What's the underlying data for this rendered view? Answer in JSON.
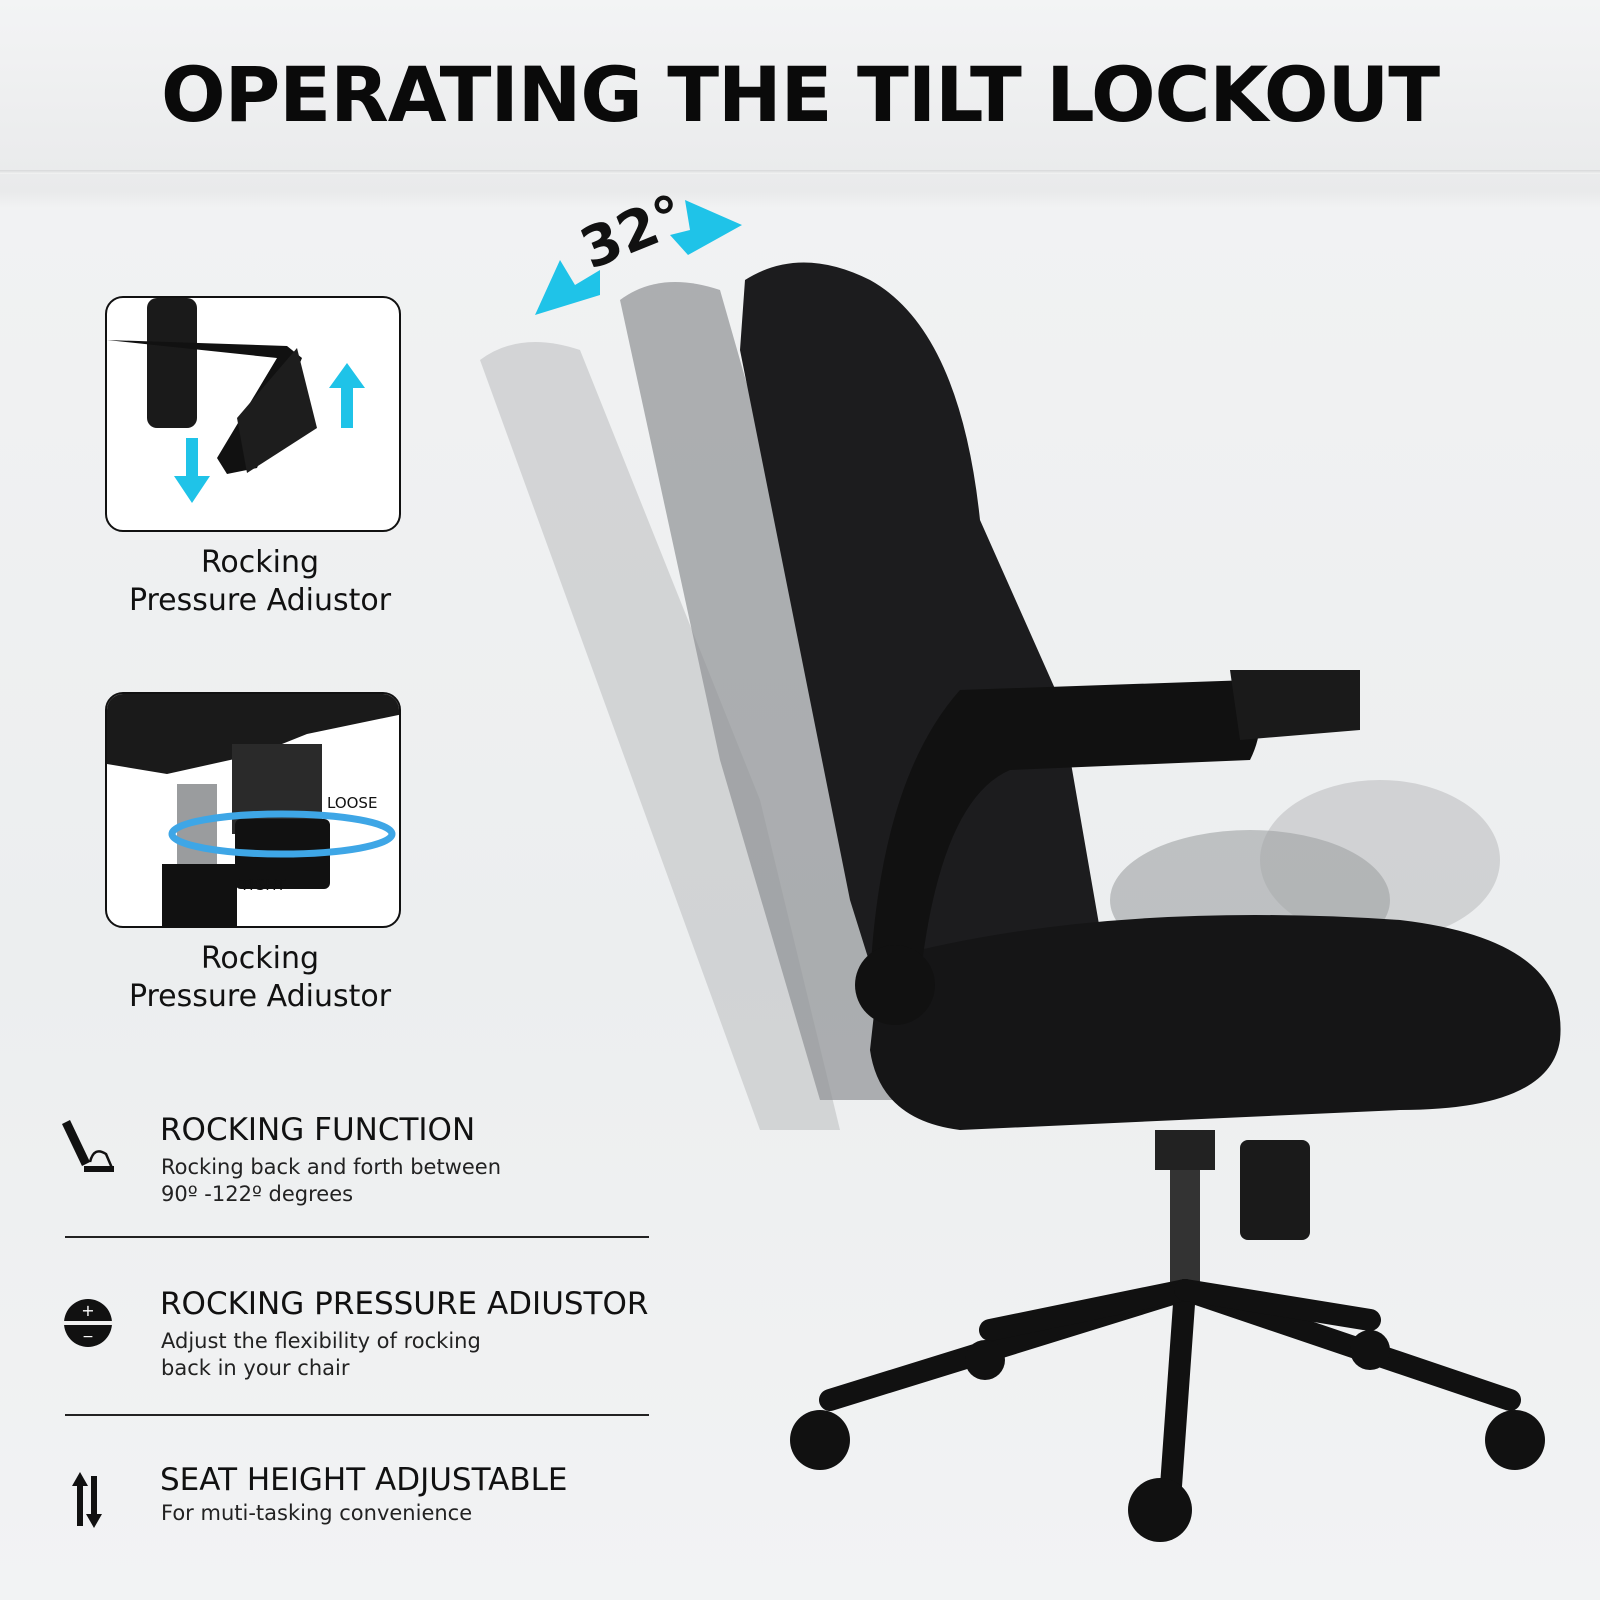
{
  "title": "OPERATING THE TILT LOCKOUT",
  "tilt_angle": "32°",
  "accent_color": "#1fc3e8",
  "insets": [
    {
      "caption_line1": "Rocking",
      "caption_line2": "Pressure Adiustor",
      "icon": "tilt-lever-with-up-down-arrows"
    },
    {
      "caption_line1": "Rocking",
      "caption_line2": "Pressure Adiustor",
      "icon": "tension-knob-with-rotation-arrows",
      "loose_label": "LOOSE",
      "tight_label": "TIGHT"
    }
  ],
  "features": [
    {
      "heading": "ROCKING FUNCTION",
      "line1": "Rocking back and forth between",
      "line2": "90º -122º degrees",
      "icon": "recline-icon"
    },
    {
      "heading": "ROCKING PRESSURE ADIUSTOR",
      "line1": "Adjust the flexibility of rocking",
      "line2": "back in your chair",
      "icon": "plus-minus-icon"
    },
    {
      "heading": "SEAT HEIGHT ADJUSTABLE",
      "line1": "For muti-tasking convenience",
      "line2": "",
      "icon": "up-down-arrows-icon"
    }
  ]
}
